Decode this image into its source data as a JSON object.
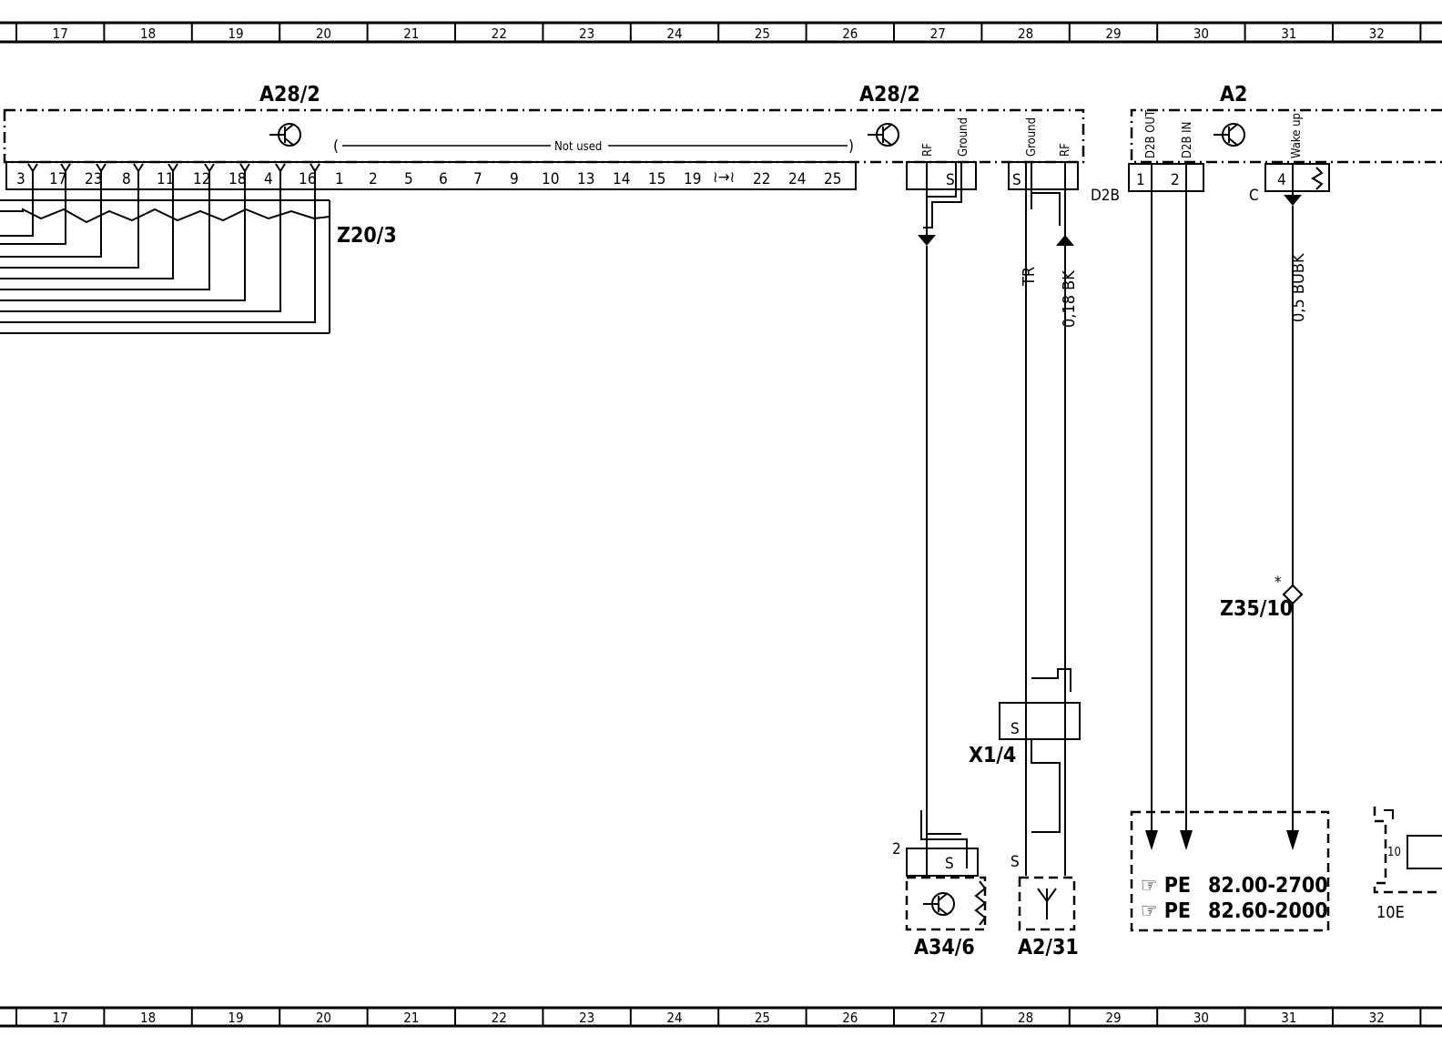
{
  "ruler": {
    "columns": [
      "17",
      "18",
      "19",
      "20",
      "21",
      "22",
      "23",
      "24",
      "25",
      "26",
      "27",
      "28",
      "29",
      "30",
      "31",
      "32"
    ]
  },
  "modules": {
    "a28_2_left": "A28/2",
    "a28_2_right": "A28/2",
    "a2": "A2",
    "a34_6": "A34/6",
    "a2_31": "A2/31",
    "z20_3": "Z20/3",
    "x1_4": "X1/4",
    "z35_10": "Z35/10",
    "z35_star": "*"
  },
  "left_connector": {
    "pins": [
      "3",
      "17",
      "23",
      "8",
      "11",
      "12",
      "18",
      "4",
      "16"
    ],
    "unused_pins": [
      "1",
      "2",
      "5",
      "6",
      "7",
      "9",
      "10",
      "13",
      "14",
      "15",
      "19",
      "22",
      "24",
      "25"
    ],
    "not_used_label": "Not used",
    "gap_symbol": "≀→≀"
  },
  "right_a28_pins": {
    "rf": "RF",
    "ground": "Ground",
    "s": "S"
  },
  "antenna_pins": {
    "ground": "Ground",
    "rf": "RF",
    "s": "S"
  },
  "a2_pins": {
    "d2b_out": "D2B OUT",
    "d2b_in": "D2B IN",
    "wake_up": "Wake up",
    "d2b_conn": "D2B",
    "pin1": "1",
    "pin2": "2",
    "c_conn": "C",
    "pin4": "4"
  },
  "wires": {
    "tr": "TR",
    "bk": "0,18 BK",
    "bubk": "0,5 BUBK"
  },
  "a34_pin": "2",
  "s_label": "S",
  "refs": {
    "ref1_prefix": "☞ PE",
    "ref1": "82.00-2700",
    "ref2_prefix": "☞ PE",
    "ref2": "82.60-2000"
  },
  "edge_fragment": {
    "pin": "10",
    "label": "10E"
  }
}
